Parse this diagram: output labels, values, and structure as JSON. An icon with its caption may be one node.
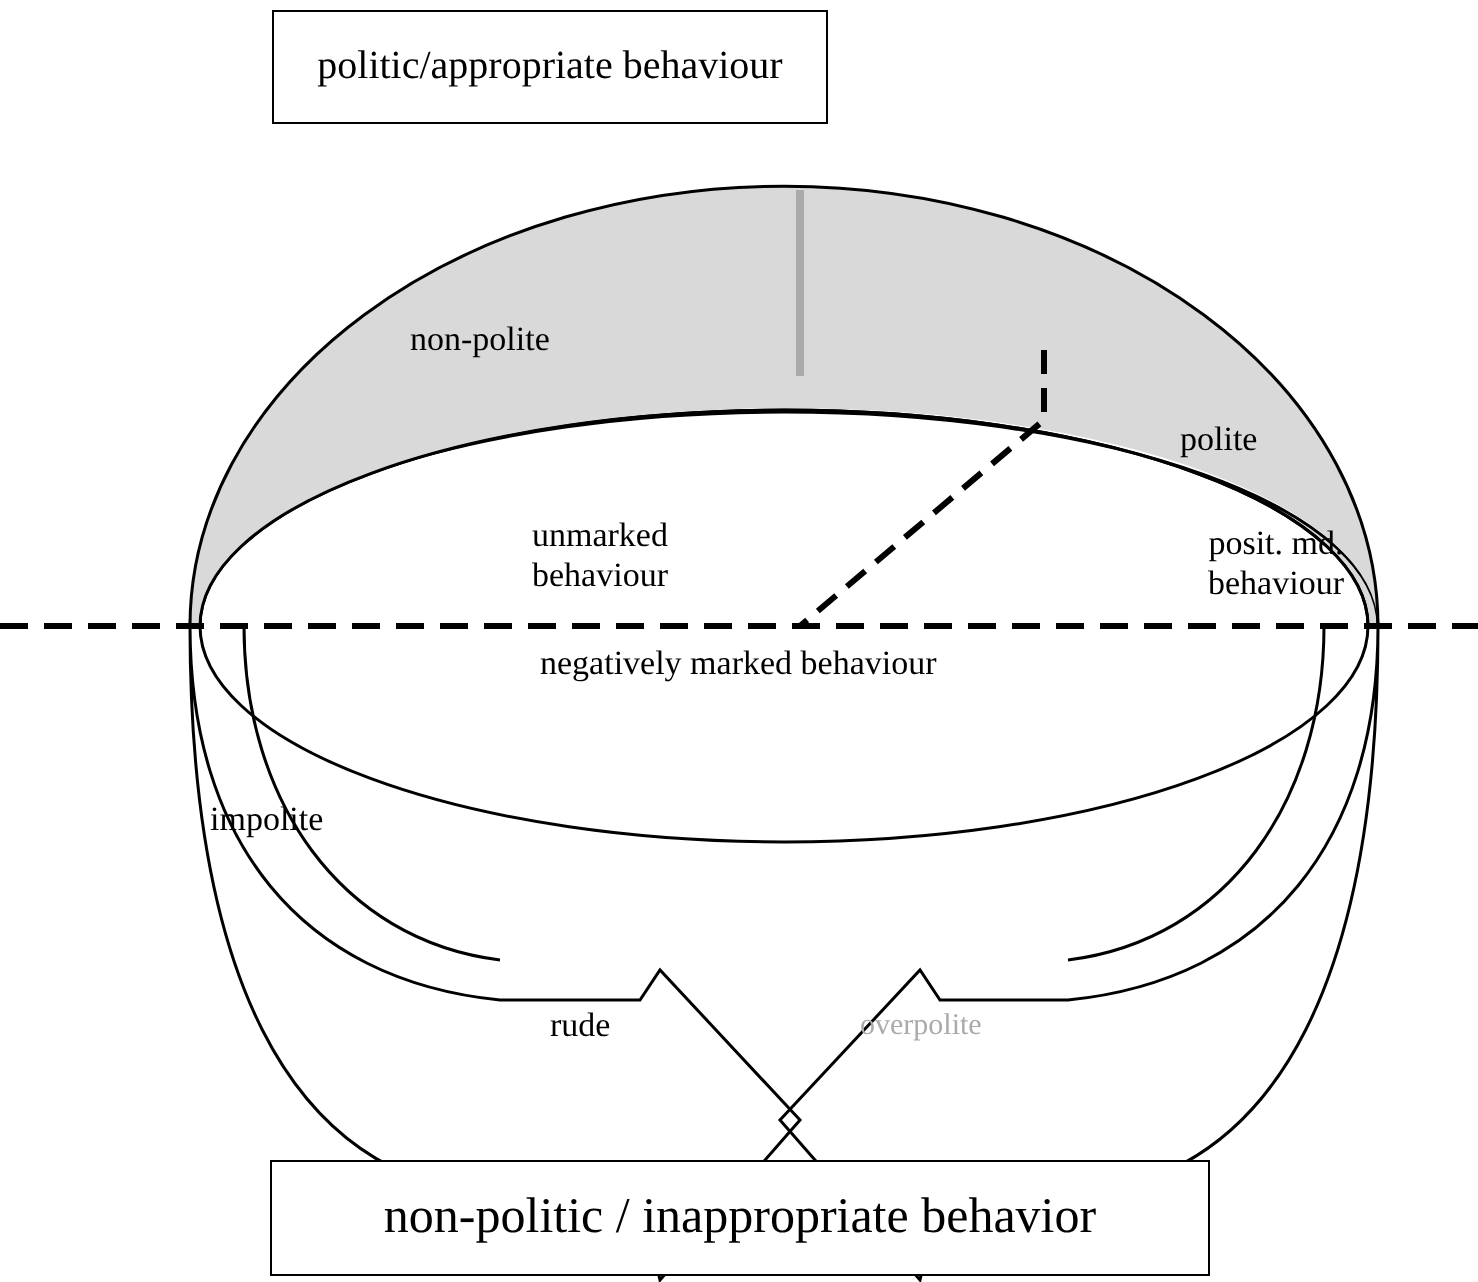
{
  "diagram": {
    "nodes": [
      {
        "text": [
          "politic/appropriate behaviour"
        ]
      },
      {
        "text": [
          "non-politic / inappropriate behavior"
        ]
      }
    ],
    "edges": [],
    "labels": [
      "non-polite",
      "polite",
      "unmarked behaviour",
      "posit. md. behaviour",
      "negatively marked behaviour",
      "impolite",
      "rude",
      "overpolite"
    ]
  }
}
